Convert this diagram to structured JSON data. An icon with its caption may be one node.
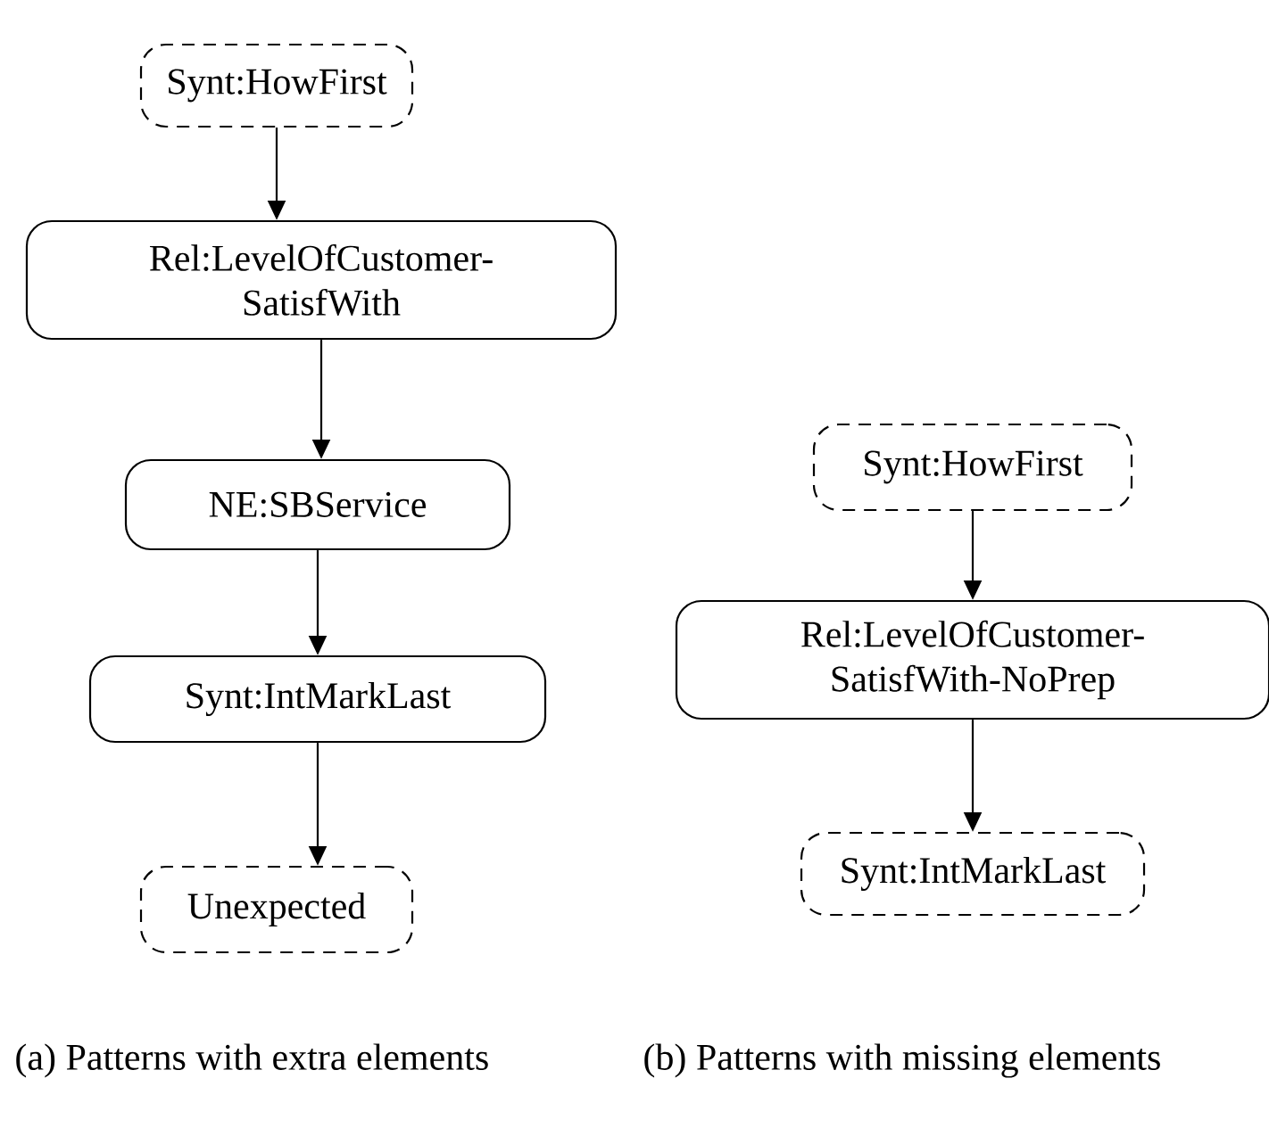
{
  "diagram": {
    "nodes": [
      {
        "text": [
          "Synt:HowFirst"
        ]
      },
      {
        "text": [
          "Rel:LevelOfCustomer- SatisfWith"
        ]
      },
      {
        "text": [
          "NE:SBService"
        ]
      },
      {
        "text": [
          "Synt:IntMarkLast"
        ]
      },
      {
        "text": [
          "Unexpected"
        ]
      },
      {
        "text": [
          "Synt:HowFirst"
        ]
      },
      {
        "text": [
          "Rel:LevelOfCustomer- SatisfWith-NoPrep"
        ]
      },
      {
        "text": [
          "Synt:IntMarkLast"
        ]
      }
    ],
    "edges": [
      {
        "from": 0,
        "to": 1,
        "arrow": "to"
      },
      {
        "from": 1,
        "to": 2,
        "arrow": "to"
      },
      {
        "from": 2,
        "to": 3,
        "arrow": "to"
      },
      {
        "from": 3,
        "to": 4,
        "arrow": "to"
      },
      {
        "from": 5,
        "to": 6,
        "arrow": "to"
      },
      {
        "from": 6,
        "to": 7,
        "arrow": "to"
      }
    ],
    "labels": [
      "(a) Patterns with extra elements",
      "(b) Patterns with missing elements"
    ]
  }
}
